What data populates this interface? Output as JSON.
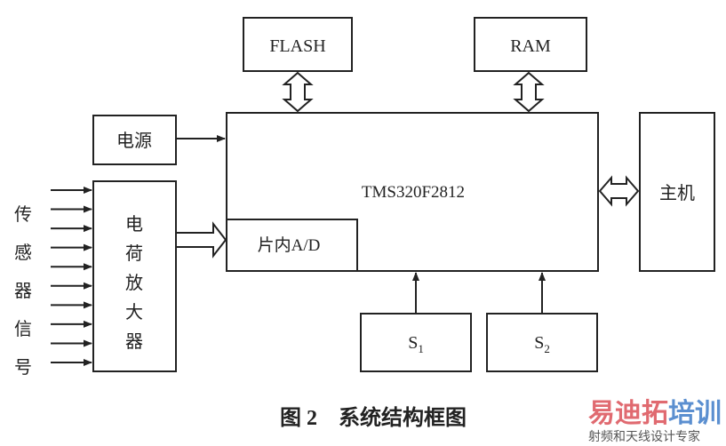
{
  "diagram": {
    "flash": "FLASH",
    "ram": "RAM",
    "power": "电源",
    "cpu": "TMS320F2812",
    "adc": "片内A/D",
    "host": "主机",
    "s1": {
      "main": "S",
      "sub": "1"
    },
    "s2": {
      "main": "S",
      "sub": "2"
    },
    "amplifier": [
      "电",
      "荷",
      "放",
      "大",
      "器"
    ],
    "sensor_signal": [
      "传",
      "感",
      "器",
      "信",
      "号"
    ],
    "sensor_input_count": 10
  },
  "caption": "图 2　系统结构框图",
  "watermark": {
    "brand_red": "易迪拓",
    "brand_blue": "培训",
    "tagline": "射频和天线设计专家",
    "colors": {
      "red": "#e06a70",
      "blue": "#5b8fd0"
    }
  }
}
